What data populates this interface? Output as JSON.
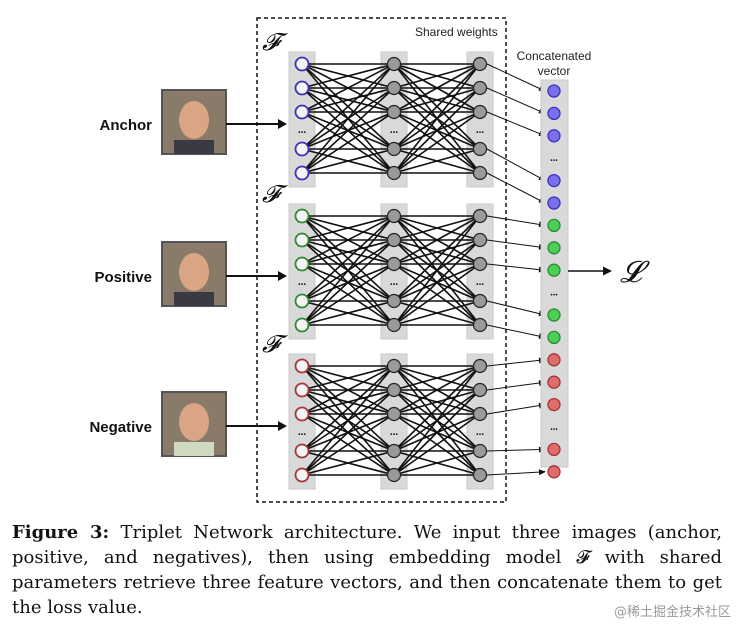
{
  "header": {
    "shared_weights": "Shared weights",
    "concat_line1": "Concatenated",
    "concat_line2": "vector",
    "model_symbol": "𝓕",
    "loss_symbol": "𝓛",
    "ellipsis": "..."
  },
  "rows": [
    {
      "label": "Anchor",
      "color": "#7b6ff0",
      "stroke": "#3a33b8"
    },
    {
      "label": "Positive",
      "color": "#4ccf55",
      "stroke": "#2b8a32"
    },
    {
      "label": "Negative",
      "color": "#e06d6d",
      "stroke": "#a53434"
    }
  ],
  "caption": {
    "prefix": "Figure 3:",
    "text": "Triplet Network architecture. We input three images (anchor, positive, and negatives), then using embedding model 𝓕 with shared parameters retrieve three feature vectors, and then concatenate them to get the loss value."
  },
  "watermark": "@稀土掘金技术社区"
}
